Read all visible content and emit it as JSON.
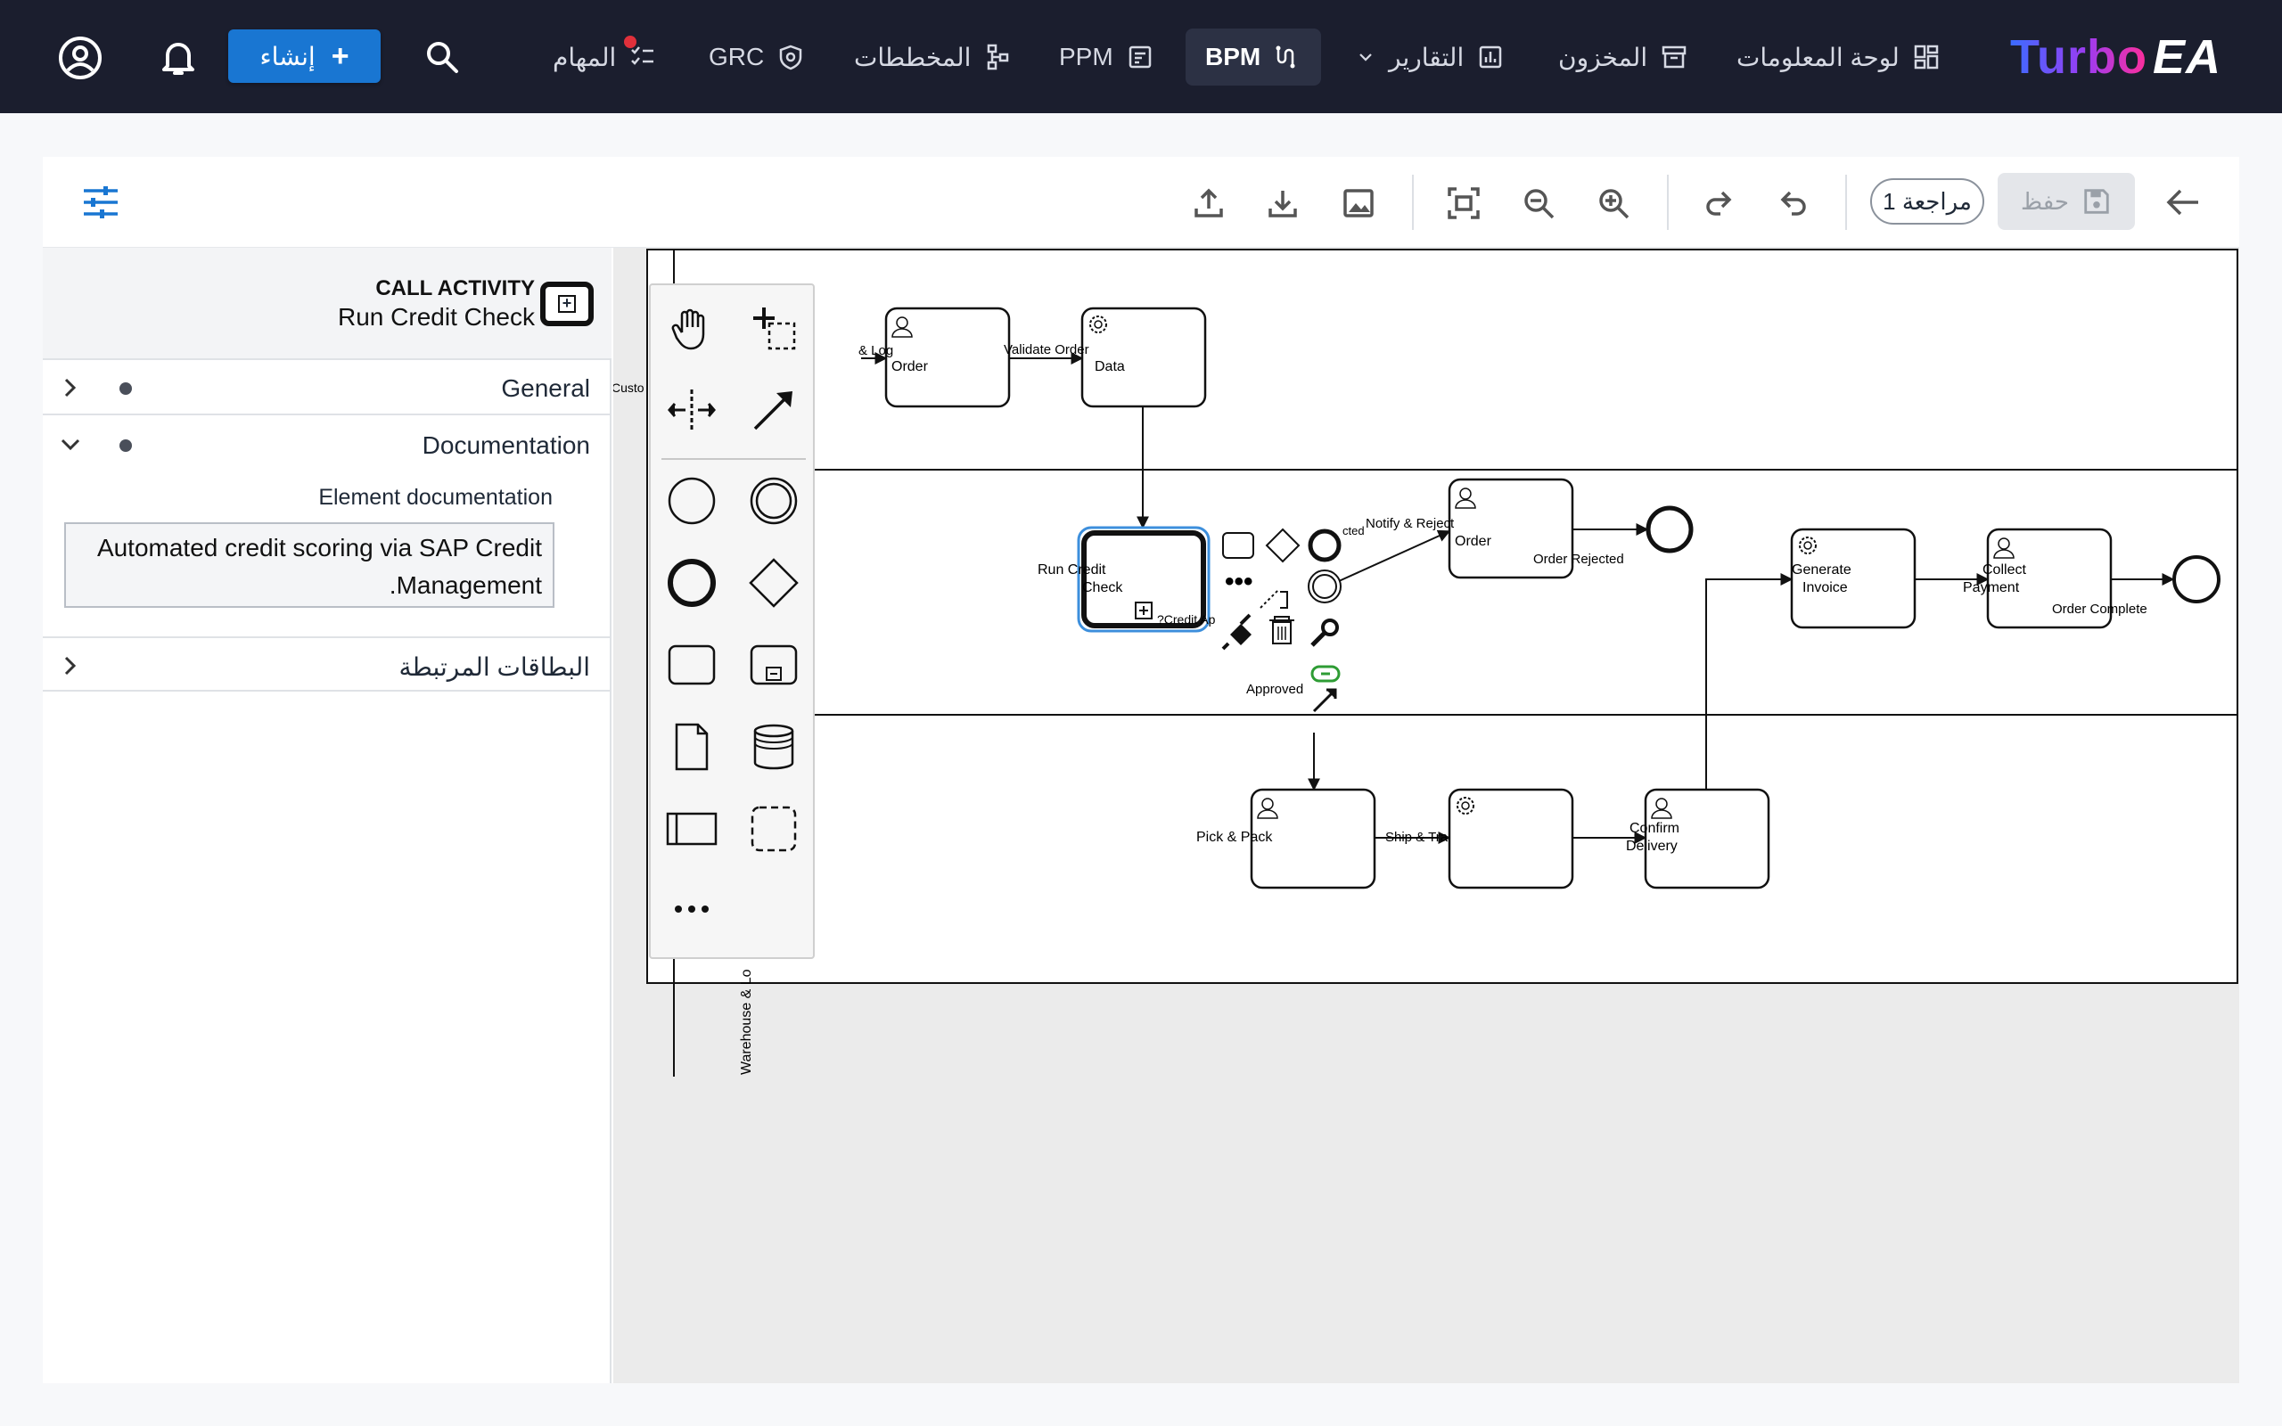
{
  "nav": {
    "logo_turbo": "Turbo",
    "logo_ea": "EA",
    "items": [
      {
        "label": "لوحة المعلومات",
        "icon": "dashboard-icon"
      },
      {
        "label": "المخزون",
        "icon": "inventory-icon"
      },
      {
        "label": "التقارير",
        "icon": "reports-icon"
      },
      {
        "label": "BPM",
        "icon": "bpm-icon"
      },
      {
        "label": "PPM",
        "icon": "ppm-icon"
      },
      {
        "label": "المخططات",
        "icon": "diagrams-icon"
      },
      {
        "label": "GRC",
        "icon": "grc-icon"
      },
      {
        "label": "المهام",
        "icon": "tasks-icon"
      }
    ],
    "create_label": "إنشاء",
    "active": "BPM",
    "tasks_has_alert": true
  },
  "toolbar": {
    "revision_label": "مراجعة 1",
    "save_label": "حفظ"
  },
  "properties": {
    "element_type": "CALL ACTIVITY",
    "element_name": "Run Credit Check",
    "groups": {
      "general": "General",
      "documentation": "Documentation",
      "related_cards": "البطاقات المرتبطة"
    },
    "doc_label": "Element documentation",
    "doc_text": "Automated credit scoring via SAP Credit Management."
  },
  "diagram": {
    "labels": {
      "log_order": "& Log",
      "order1": "Order",
      "validate_order": "Validate Order",
      "data": "Data",
      "customer_lane": "Custo",
      "run_credit_1": "Run Credit",
      "run_credit_2": "Check",
      "credit_q": "?Credit Ap",
      "rejected_partial": "cted",
      "notify_reject": "Notify & Reject",
      "order2": "Order",
      "order_rejected": "Order Rejected",
      "approved": "Approved",
      "pick_pack": "Pick & Pack",
      "ship_track": "Ship & Track",
      "confirm_1": "Confirm",
      "confirm_2": "Delivery",
      "generate_1": "Generate",
      "generate_2": "Invoice",
      "collect_1": "Collect",
      "collect_2": "Payment",
      "order_complete": "Order Complete",
      "warehouse_lane": "Warehouse & Lo"
    }
  }
}
